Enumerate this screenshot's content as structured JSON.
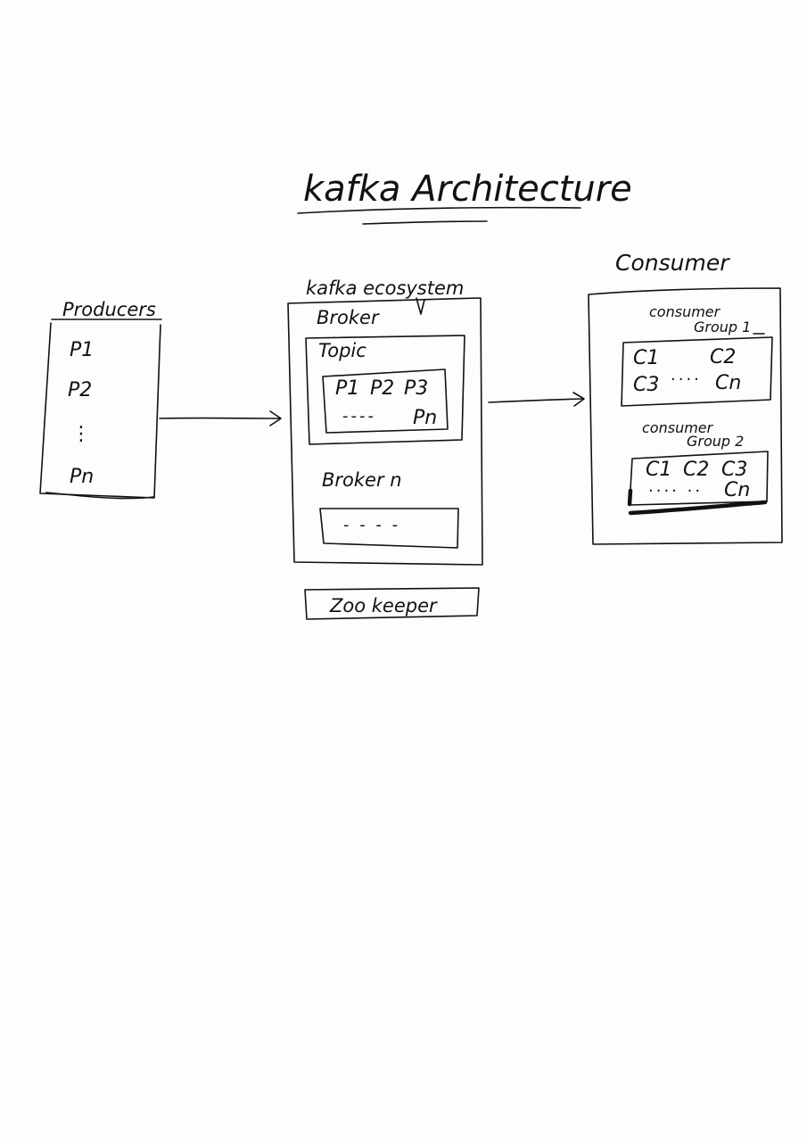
{
  "title": "kafka Architecture",
  "producers": {
    "label": "Producers",
    "items": [
      "P1",
      "P2",
      "Pn"
    ],
    "ellipsis": "⋮"
  },
  "ecosystem": {
    "label": "kafka ecosystem",
    "broker": {
      "label": "Broker",
      "topic": {
        "label": "Topic",
        "partitions_row1": [
          "P1",
          "P2",
          "P3"
        ],
        "ellipsis": "----",
        "last_partition": "Pn"
      }
    },
    "broker_n": {
      "label": "Broker n",
      "placeholder": "- - - -"
    }
  },
  "zookeeper": {
    "label": "Zoo keeper"
  },
  "consumer": {
    "label": "Consumer",
    "groups": [
      {
        "label_line1": "consumer",
        "label_line2": "Group 1",
        "row1": [
          "C1",
          "C2"
        ],
        "row1_ellipsis": "",
        "row2": [
          "C3",
          "Cn"
        ],
        "row2_ellipsis": "····"
      },
      {
        "label_line1": "consumer",
        "label_line2": "Group 2",
        "row1": [
          "C1",
          "C2",
          "C3"
        ],
        "row2_ellipsis": "···· ··",
        "row2_last": "Cn"
      }
    ]
  }
}
